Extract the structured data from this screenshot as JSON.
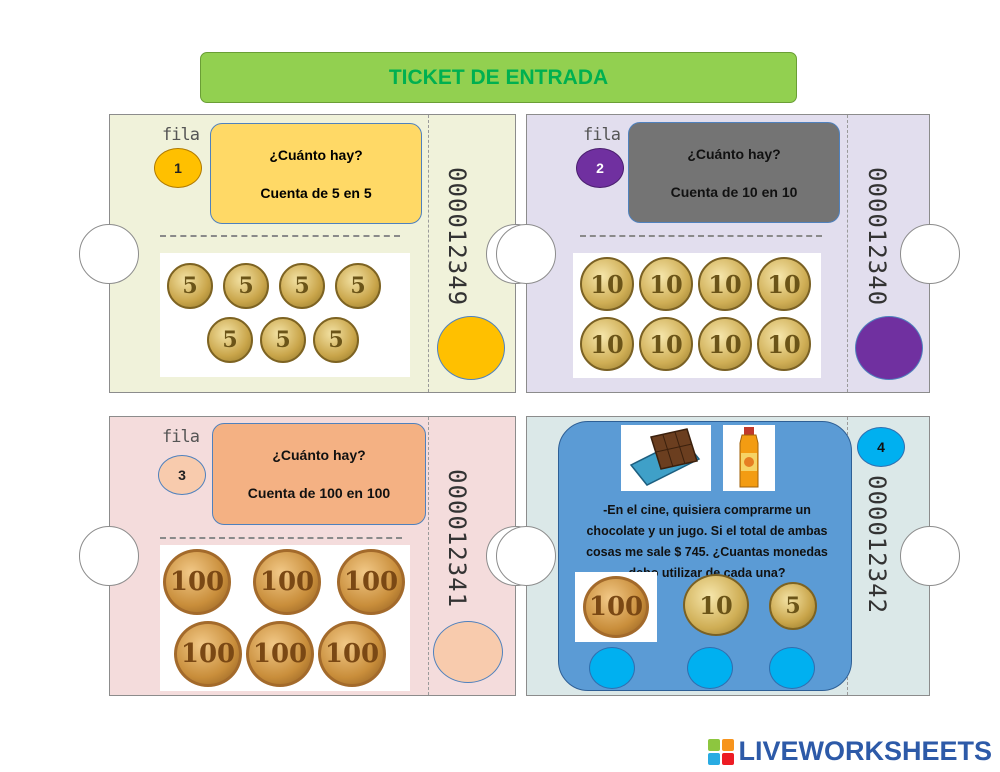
{
  "header": {
    "title": "TICKET DE ENTRADA"
  },
  "tickets": [
    {
      "row_label": "fila",
      "number": "1",
      "question": "¿Cuánto hay?",
      "instruction": "Cuenta de 5 en 5",
      "serial": "000012349",
      "coin_label": "5"
    },
    {
      "row_label": "fila",
      "number": "2",
      "question": "¿Cuánto hay?",
      "instruction": "Cuenta de 10 en 10",
      "serial": "000012340",
      "coin_label": "10"
    },
    {
      "row_label": "fila",
      "number": "3",
      "question": "¿Cuánto hay?",
      "instruction": "Cuenta de 100 en 100",
      "serial": "000012341",
      "coin_label": "100"
    },
    {
      "number": "4",
      "story": "-En el cine, quisiera comprarme un chocolate y un jugo. Si el total de ambas cosas me sale $ 745. ¿Cuantas monedas debo utilizar de cada una?",
      "serial": "000012342",
      "coin_labels": [
        "100",
        "10",
        "5"
      ]
    }
  ],
  "icons": [
    "chocolate-bar-icon",
    "juice-bottle-icon",
    "coin-icon"
  ],
  "colors": {
    "header_bg": "#92d050",
    "header_text": "#00b050",
    "t1_bg": "#f0f2da",
    "t1_accent": "#ffc000",
    "t1_box": "#ffd966",
    "t2_bg": "#e2deee",
    "t2_accent": "#7030a0",
    "t2_box": "#747474",
    "t3_bg": "#f4dcdc",
    "t3_accent": "#f8cbad",
    "t3_box": "#f4b183",
    "t4_bg": "#dbe8e8",
    "t4_panel": "#5b9bd5",
    "t4_accent": "#00b0f0"
  },
  "branding": {
    "text": "LIVEWORKSHEETS"
  }
}
